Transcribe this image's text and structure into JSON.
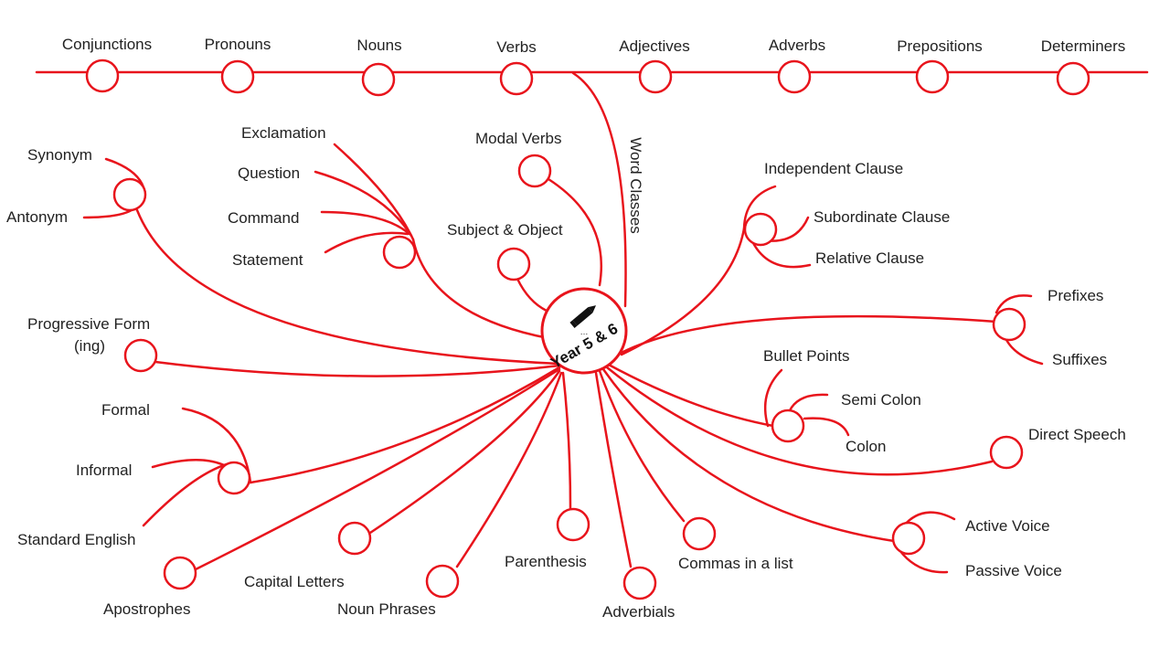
{
  "hub": {
    "label": "Year 5 & 6",
    "icon": "pencil-icon"
  },
  "word_classes": {
    "label": "Word Classes",
    "items": [
      "Conjunctions",
      "Pronouns",
      "Nouns",
      "Verbs",
      "Adjectives",
      "Adverbs",
      "Prepositions",
      "Determiners"
    ]
  },
  "topics": {
    "synonym": "Synonym",
    "antonym": "Antonym",
    "exclamation": "Exclamation",
    "question": "Question",
    "command": "Command",
    "statement": "Statement",
    "modal_verbs": "Modal Verbs",
    "subject_object": "Subject & Object",
    "independent_clause": "Independent Clause",
    "subordinate_clause": "Subordinate Clause",
    "relative_clause": "Relative Clause",
    "prefixes": "Prefixes",
    "suffixes": "Suffixes",
    "progressive_form_1": "Progressive Form",
    "progressive_form_2": "(ing)",
    "bullet_points": "Bullet Points",
    "semi_colon": "Semi Colon",
    "colon": "Colon",
    "direct_speech": "Direct Speech",
    "formal": "Formal",
    "informal": "Informal",
    "standard_english": "Standard English",
    "apostrophes": "Apostrophes",
    "capital_letters": "Capital Letters",
    "noun_phrases": "Noun Phrases",
    "parenthesis": "Parenthesis",
    "adverbials": "Adverbials",
    "commas_in_a_list": "Commas in a list",
    "active_voice": "Active Voice",
    "passive_voice": "Passive Voice"
  },
  "colors": {
    "line": "#e8141c",
    "text": "#222222",
    "background": "#ffffff"
  }
}
